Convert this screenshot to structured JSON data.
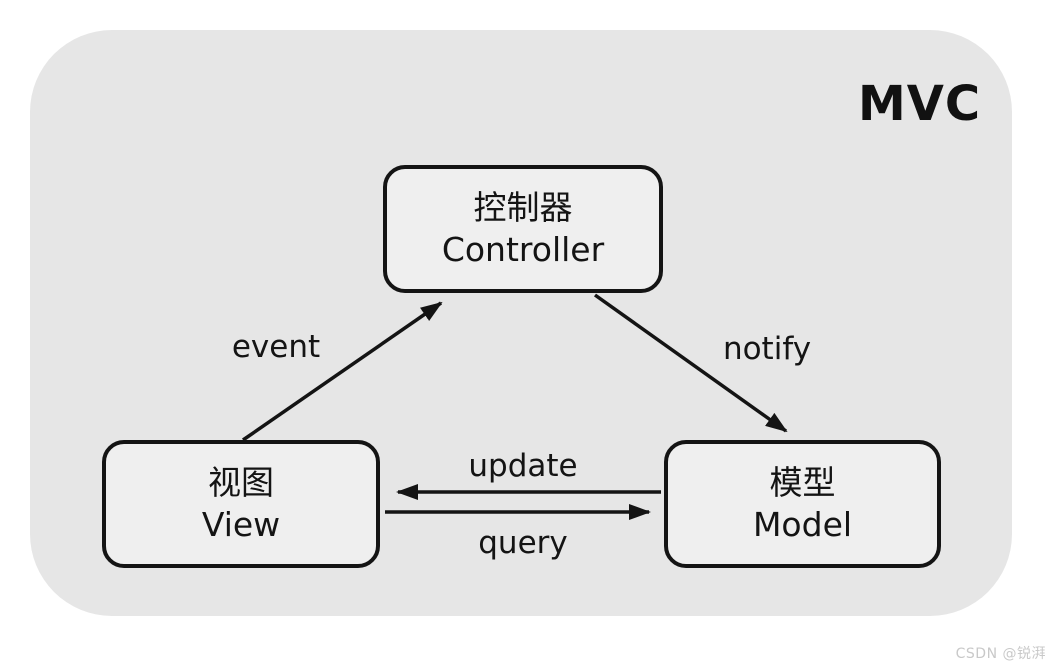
{
  "title": "MVC",
  "diagram": {
    "type": "architecture-diagram",
    "nodes": {
      "controller": {
        "zh": "控制器",
        "en": "Controller"
      },
      "view": {
        "zh": "视图",
        "en": "View"
      },
      "model": {
        "zh": "模型",
        "en": "Model"
      }
    },
    "edges": {
      "event": {
        "label": "event",
        "from": "view",
        "to": "controller"
      },
      "notify": {
        "label": "notify",
        "from": "controller",
        "to": "model"
      },
      "update": {
        "label": "update",
        "from": "model",
        "to": "view"
      },
      "query": {
        "label": "query",
        "from": "view",
        "to": "model"
      }
    }
  },
  "watermark": "CSDN @锐湃",
  "colors": {
    "page_background": "#ffffff",
    "canvas_background": "#e6e6e6",
    "node_background": "#efefef",
    "line_and_text": "#141414",
    "watermark_text": "#c9c9c9"
  }
}
